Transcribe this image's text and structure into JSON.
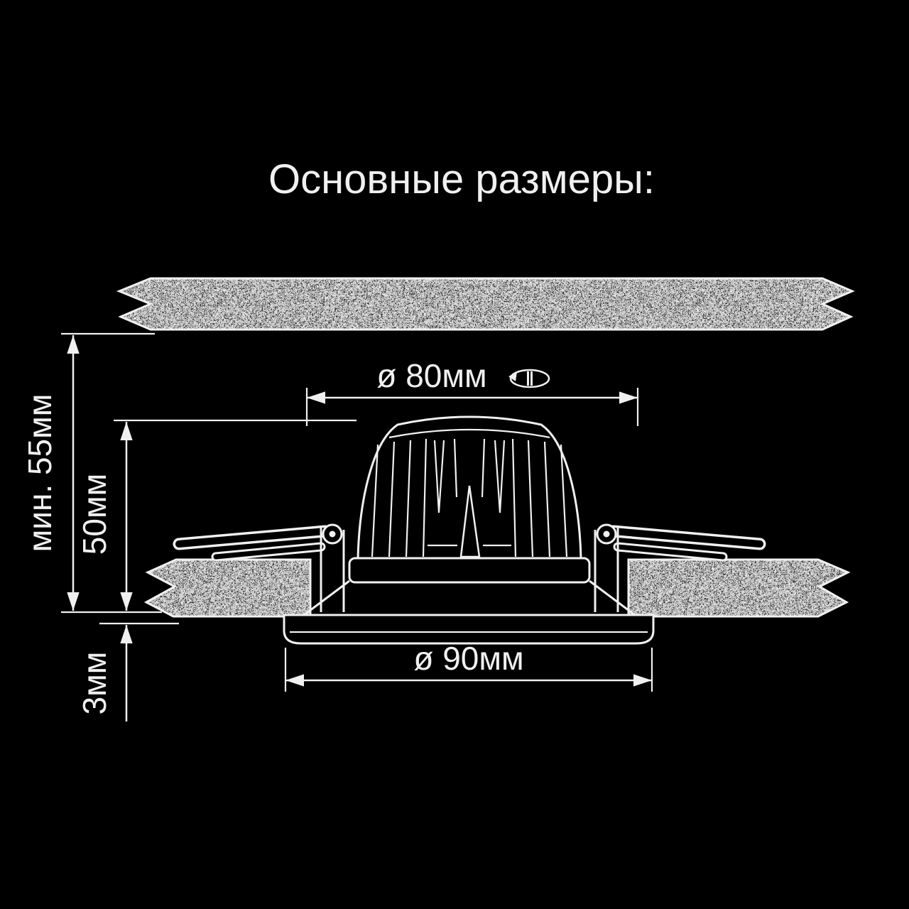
{
  "title": "Основные размеры:",
  "dimensions": {
    "hole_diameter": "ø 80мм",
    "outer_diameter": "ø 90мм",
    "min_recess_depth": "мин. 55мм",
    "body_height": "50мм",
    "trim_height": "3мм"
  },
  "icons": {
    "screw_rotation": "screw-rotation-icon"
  },
  "colors": {
    "background": "#000000",
    "line": "#f0f0f0"
  }
}
